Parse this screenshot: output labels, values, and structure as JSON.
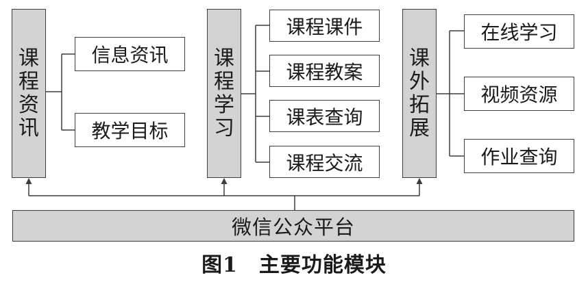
{
  "modules": [
    {
      "title": "课\n程\n资\n讯",
      "items": [
        "信息资讯",
        "教学目标"
      ]
    },
    {
      "title": "课\n程\n学\n习",
      "items": [
        "课程课件",
        "课程教案",
        "课表查询",
        "课程交流"
      ]
    },
    {
      "title": "课\n外\n拓\n展",
      "items": [
        "在线学习",
        "视频资源",
        "作业查询"
      ]
    }
  ],
  "platform": "微信公众平台",
  "caption": "图1　主要功能模块",
  "colors": {
    "column_fill": "#d3d3d3",
    "line": "#3c3c3c"
  }
}
